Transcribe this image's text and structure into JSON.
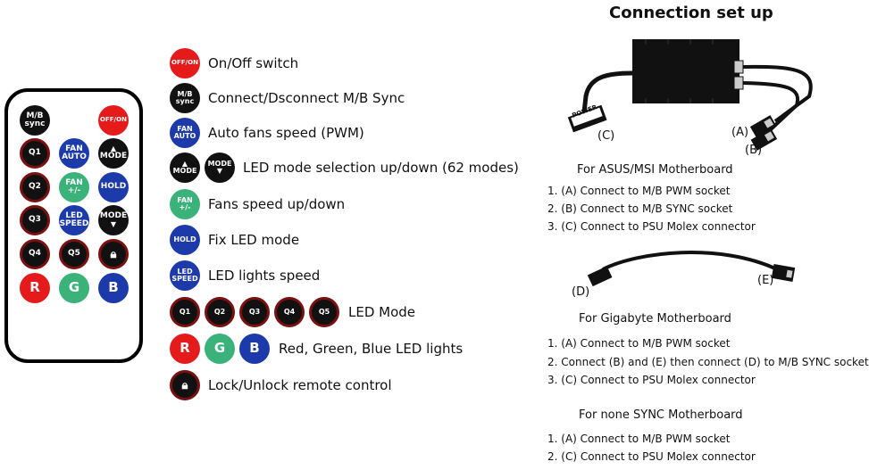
{
  "remote": {
    "sync": "M/B\nsync",
    "offon": "OFF/ON",
    "q1": "Q1",
    "fan_auto": "FAN\nAUTO",
    "mode_up": "MODE",
    "q2": "Q2",
    "fan_pm": "FAN\n+/-",
    "hold": "HOLD",
    "q3": "Q3",
    "led_speed": "LED\nSPEED",
    "mode_down": "MODE",
    "q4": "Q4",
    "q5": "Q5",
    "r": "R",
    "g": "G",
    "b": "B"
  },
  "legend": {
    "offon": {
      "btn": "OFF/ON",
      "label": "On/Off switch"
    },
    "sync": {
      "btn": "M/B\nsync",
      "label": "Connect/Dsconnect M/B Sync"
    },
    "fan_auto": {
      "btn": "FAN\nAUTO",
      "label": "Auto fans speed (PWM)"
    },
    "mode": {
      "btn": "MODE",
      "label": "LED mode selection up/down (62 modes)"
    },
    "fan_pm": {
      "btn": "FAN\n+/-",
      "label": "Fans speed up/down"
    },
    "hold": {
      "btn": "HOLD",
      "label": "Fix LED mode"
    },
    "led_speed": {
      "btn": "LED\nSPEED",
      "label": "LED lights speed"
    },
    "led_mode": {
      "q1": "Q1",
      "q2": "Q2",
      "q3": "Q3",
      "q4": "Q4",
      "q5": "Q5",
      "label": "LED Mode"
    },
    "rgb": {
      "r": "R",
      "g": "G",
      "b": "B",
      "label": "Red, Green, Blue LED lights"
    },
    "lock": {
      "label": "Lock/Unlock remote control"
    }
  },
  "connection": {
    "title": "Connection set up",
    "power_label": "POWER",
    "a": "(A)",
    "b": "(B)",
    "c": "(C)",
    "d": "(D)",
    "e": "(E)",
    "asus": {
      "heading": "For ASUS/MSI Motherboard",
      "steps": [
        "1. (A) Connect to M/B PWM socket",
        "2. (B) Connect to M/B SYNC socket",
        "3. (C) Connect to PSU Molex connector"
      ]
    },
    "gigabyte": {
      "heading": "For Gigabyte Motherboard",
      "steps": [
        "1. (A) Connect to M/B PWM socket",
        "2. Connect (B) and (E) then connect (D) to M/B SYNC socket",
        "3. (C) Connect to PSU Molex connector"
      ]
    },
    "none": {
      "heading": "For none SYNC Motherboard",
      "steps": [
        "1. (A) Connect to M/B PWM socket",
        "2. (C) Connect to PSU Molex connector"
      ]
    }
  }
}
